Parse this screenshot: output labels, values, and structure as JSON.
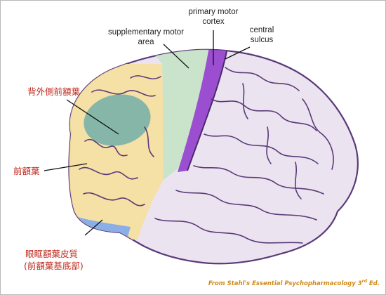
{
  "diagram": {
    "labels": {
      "primary_motor_line1": "primary motor",
      "primary_motor_line2": "cortex",
      "central_line1": "central",
      "central_line2": "sulcus",
      "supplementary_line1": "supplementary motor",
      "supplementary_line2": "area",
      "dlpfc": "背外側前額葉",
      "pfc": "前額葉",
      "ofc_line1": "眼眶額葉皮質",
      "ofc_line2": "(前額葉基底部)"
    },
    "source_prefix": "From ",
    "source_title": "Stahl's Essential Psychopharmacology 3",
    "source_sup": "rd",
    "source_suffix": " Ed.",
    "colors": {
      "brain_fill": "#ece3f1",
      "gyri_stroke": "#5a3a78",
      "prefrontal": "#f5dfa0",
      "dlpfc": "#7fb3a8",
      "supplementary": "#c8e4c8",
      "primary_motor": "#9b4fd0",
      "orbitofrontal": "#8aaee6",
      "red_label": "#c0281d"
    }
  }
}
